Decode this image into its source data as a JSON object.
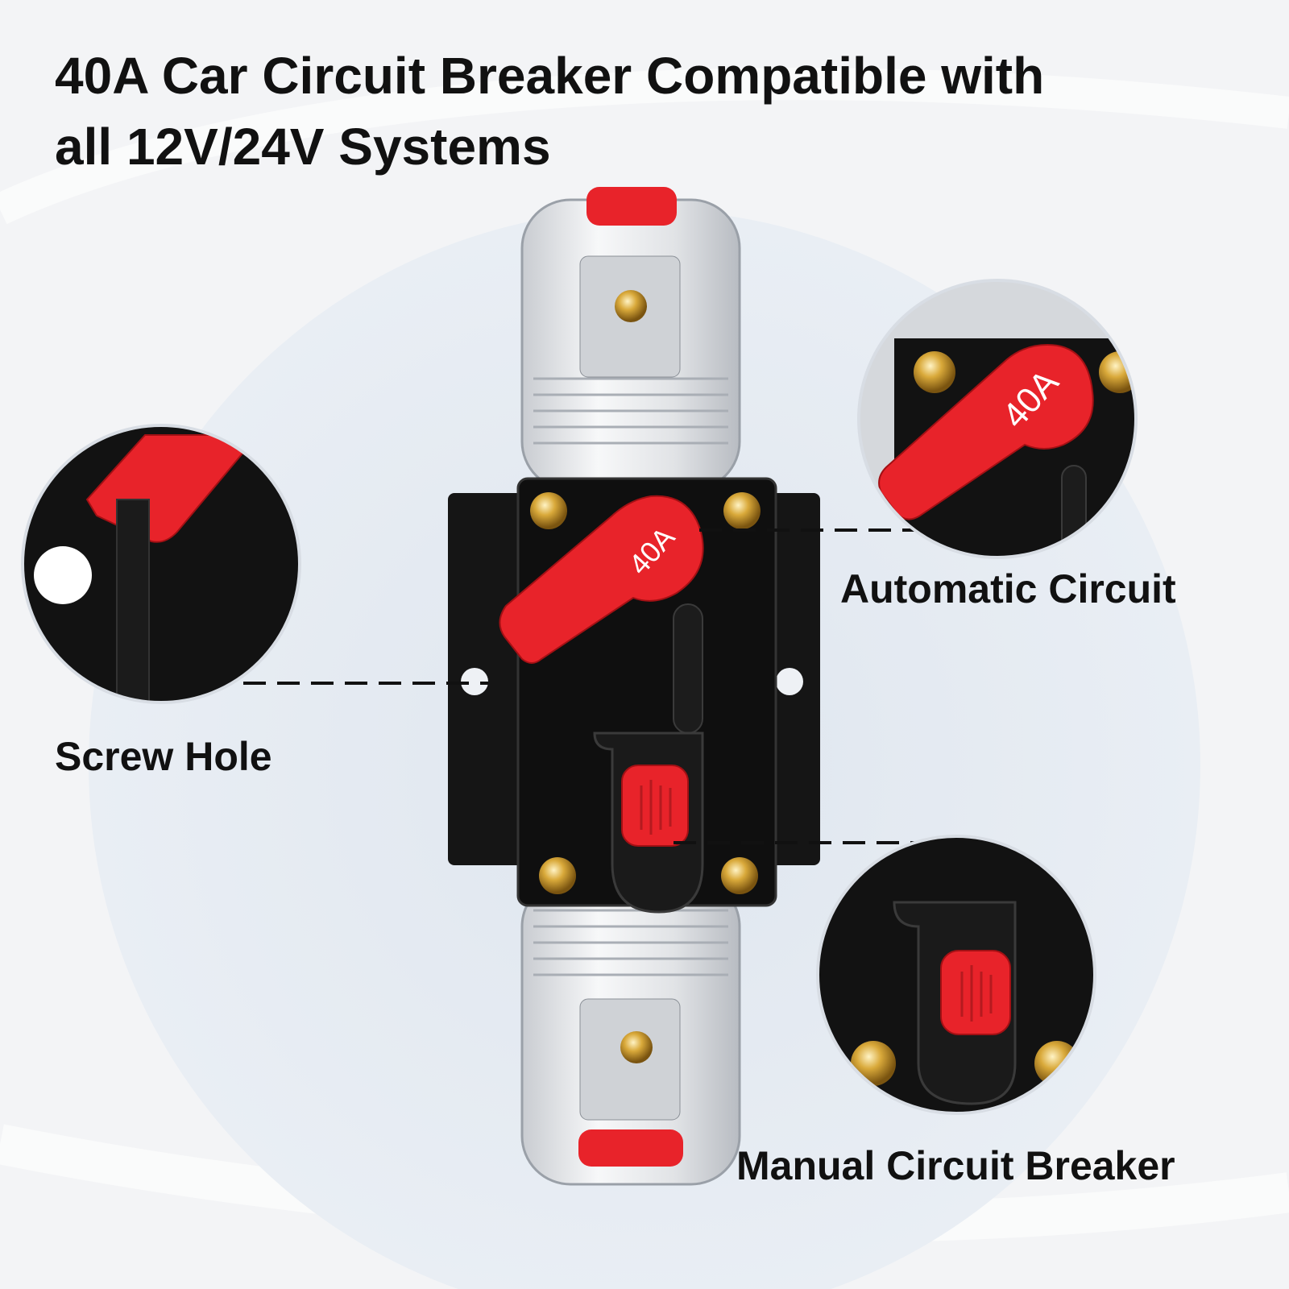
{
  "headline": {
    "line1": "40A Car Circuit Breaker Compatible with",
    "line2": "all 12V/24V Systems"
  },
  "product": {
    "rating_text": "40A",
    "accent_color": "#e8232a",
    "housing_color": "#111111",
    "terminal_color": "#d9a93a"
  },
  "callouts": {
    "screw_hole": "Screw Hole",
    "automatic_circuit": "Automatic Circuit",
    "manual_breaker": "Manual Circuit Breaker"
  },
  "zoom_insets": {
    "top_right_rating": "40A"
  }
}
